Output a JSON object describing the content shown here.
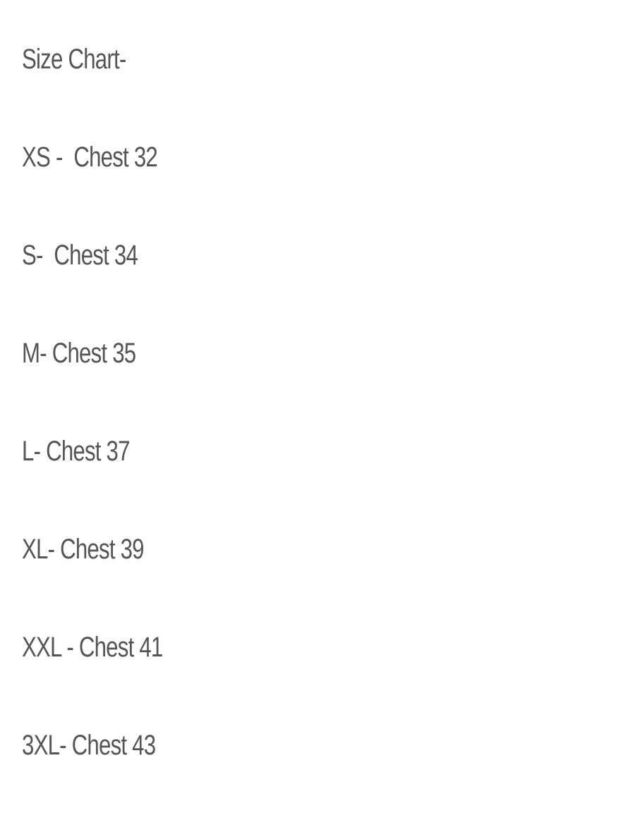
{
  "size_chart": {
    "title": "Size Chart-",
    "rows": [
      "XS -  Chest 32",
      "S-  Chest 34",
      "M- Chest 35",
      "L- Chest 37",
      "XL- Chest 39",
      "XXL - Chest 41",
      "3XL- Chest 43"
    ]
  },
  "colors": {
    "text": "#555555",
    "background": "#ffffff"
  }
}
